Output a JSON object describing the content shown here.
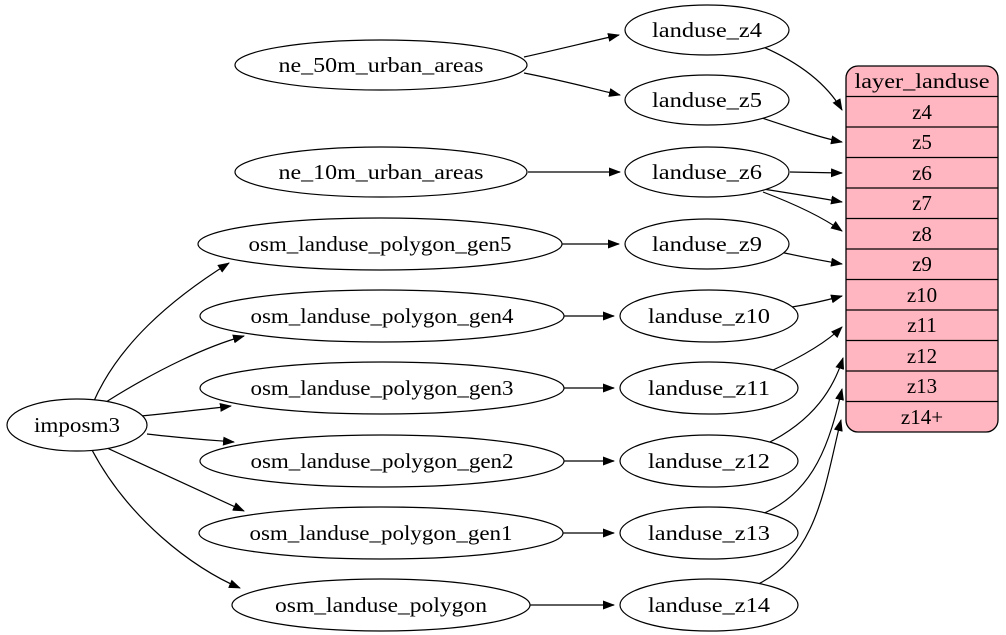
{
  "nodes": {
    "imposm3": "imposm3",
    "ne_50m_urban_areas": "ne_50m_urban_areas",
    "ne_10m_urban_areas": "ne_10m_urban_areas",
    "osm_landuse_polygon_gen5": "osm_landuse_polygon_gen5",
    "osm_landuse_polygon_gen4": "osm_landuse_polygon_gen4",
    "osm_landuse_polygon_gen3": "osm_landuse_polygon_gen3",
    "osm_landuse_polygon_gen2": "osm_landuse_polygon_gen2",
    "osm_landuse_polygon_gen1": "osm_landuse_polygon_gen1",
    "osm_landuse_polygon": "osm_landuse_polygon",
    "landuse_z4": "landuse_z4",
    "landuse_z5": "landuse_z5",
    "landuse_z6": "landuse_z6",
    "landuse_z9": "landuse_z9",
    "landuse_z10": "landuse_z10",
    "landuse_z11": "landuse_z11",
    "landuse_z12": "landuse_z12",
    "landuse_z13": "landuse_z13",
    "landuse_z14": "landuse_z14"
  },
  "table": {
    "title": "layer_landuse",
    "rows": [
      "z4",
      "z5",
      "z6",
      "z7",
      "z8",
      "z9",
      "z10",
      "z11",
      "z12",
      "z13",
      "z14+"
    ],
    "fill": "#ffb6c1"
  },
  "edges": [
    {
      "from": "ne_50m_urban_areas",
      "to": "landuse_z4"
    },
    {
      "from": "ne_50m_urban_areas",
      "to": "landuse_z5"
    },
    {
      "from": "ne_10m_urban_areas",
      "to": "landuse_z6"
    },
    {
      "from": "imposm3",
      "to": "osm_landuse_polygon_gen5"
    },
    {
      "from": "imposm3",
      "to": "osm_landuse_polygon_gen4"
    },
    {
      "from": "imposm3",
      "to": "osm_landuse_polygon_gen3"
    },
    {
      "from": "imposm3",
      "to": "osm_landuse_polygon_gen2"
    },
    {
      "from": "imposm3",
      "to": "osm_landuse_polygon_gen1"
    },
    {
      "from": "imposm3",
      "to": "osm_landuse_polygon"
    },
    {
      "from": "osm_landuse_polygon_gen5",
      "to": "landuse_z9"
    },
    {
      "from": "osm_landuse_polygon_gen4",
      "to": "landuse_z10"
    },
    {
      "from": "osm_landuse_polygon_gen3",
      "to": "landuse_z11"
    },
    {
      "from": "osm_landuse_polygon_gen2",
      "to": "landuse_z12"
    },
    {
      "from": "osm_landuse_polygon_gen1",
      "to": "landuse_z13"
    },
    {
      "from": "osm_landuse_polygon",
      "to": "landuse_z14"
    },
    {
      "from": "landuse_z4",
      "to": "layer_landuse.z4"
    },
    {
      "from": "landuse_z5",
      "to": "layer_landuse.z5"
    },
    {
      "from": "landuse_z6",
      "to": "layer_landuse.z6"
    },
    {
      "from": "landuse_z6",
      "to": "layer_landuse.z7"
    },
    {
      "from": "landuse_z6",
      "to": "layer_landuse.z8"
    },
    {
      "from": "landuse_z9",
      "to": "layer_landuse.z9"
    },
    {
      "from": "landuse_z10",
      "to": "layer_landuse.z10"
    },
    {
      "from": "landuse_z11",
      "to": "layer_landuse.z11"
    },
    {
      "from": "landuse_z12",
      "to": "layer_landuse.z12"
    },
    {
      "from": "landuse_z13",
      "to": "layer_landuse.z13"
    },
    {
      "from": "landuse_z14",
      "to": "layer_landuse.z14+"
    }
  ],
  "colors": {
    "background": "#ffffff",
    "node_fill": "#ffffff",
    "stroke": "#000000",
    "table_fill": "#ffb6c1"
  }
}
